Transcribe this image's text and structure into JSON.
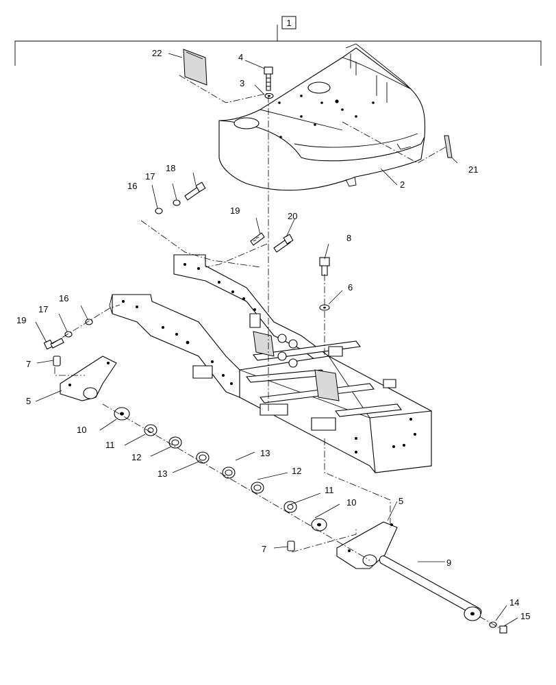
{
  "diagram": {
    "assembly_callout": "1",
    "labels": {
      "n2": "2",
      "n3": "3",
      "n4": "4",
      "n5a": "5",
      "n5b": "5",
      "n6": "6",
      "n7a": "7",
      "n7b": "7",
      "n8": "8",
      "n9": "9",
      "n10a": "10",
      "n10b": "10",
      "n11a": "11",
      "n11b": "11",
      "n12a": "12",
      "n12b": "12",
      "n13a": "13",
      "n13b": "13",
      "n14": "14",
      "n15": "15",
      "n16a": "16",
      "n16b": "16",
      "n17a": "17",
      "n17b": "17",
      "n18": "18",
      "n19a": "19",
      "n19b": "19",
      "n20": "20",
      "n21": "21",
      "n22": "22"
    }
  }
}
